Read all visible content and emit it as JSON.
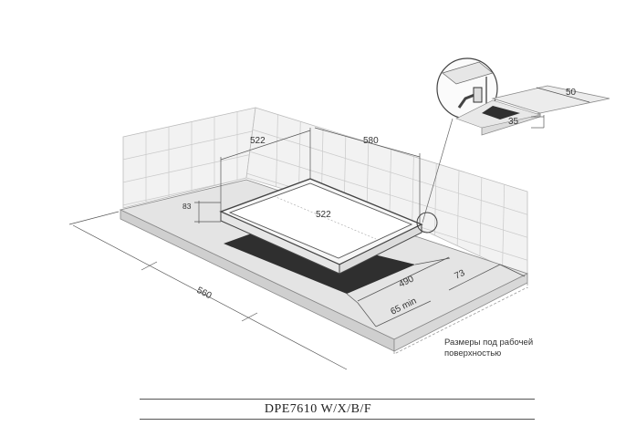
{
  "dimensions": {
    "tile_width": "522",
    "tile_depth": "580",
    "hob_depth": "83",
    "hob_width": "522",
    "cutout_width": "490",
    "side_offset": "73",
    "front_min": "65 min",
    "counter_depth": "560",
    "detail_top": "50",
    "detail_side": "35"
  },
  "note_lines": [
    "Размеры под рабочей",
    "поверхностью"
  ],
  "model_label": "DPE7610 W/X/B/F",
  "colors": {
    "tile_wall": "#ececec",
    "counter": "#e2e2e2",
    "hob": "#f3f3f3",
    "cutout": "#2b2b2b",
    "line": "#666666"
  }
}
